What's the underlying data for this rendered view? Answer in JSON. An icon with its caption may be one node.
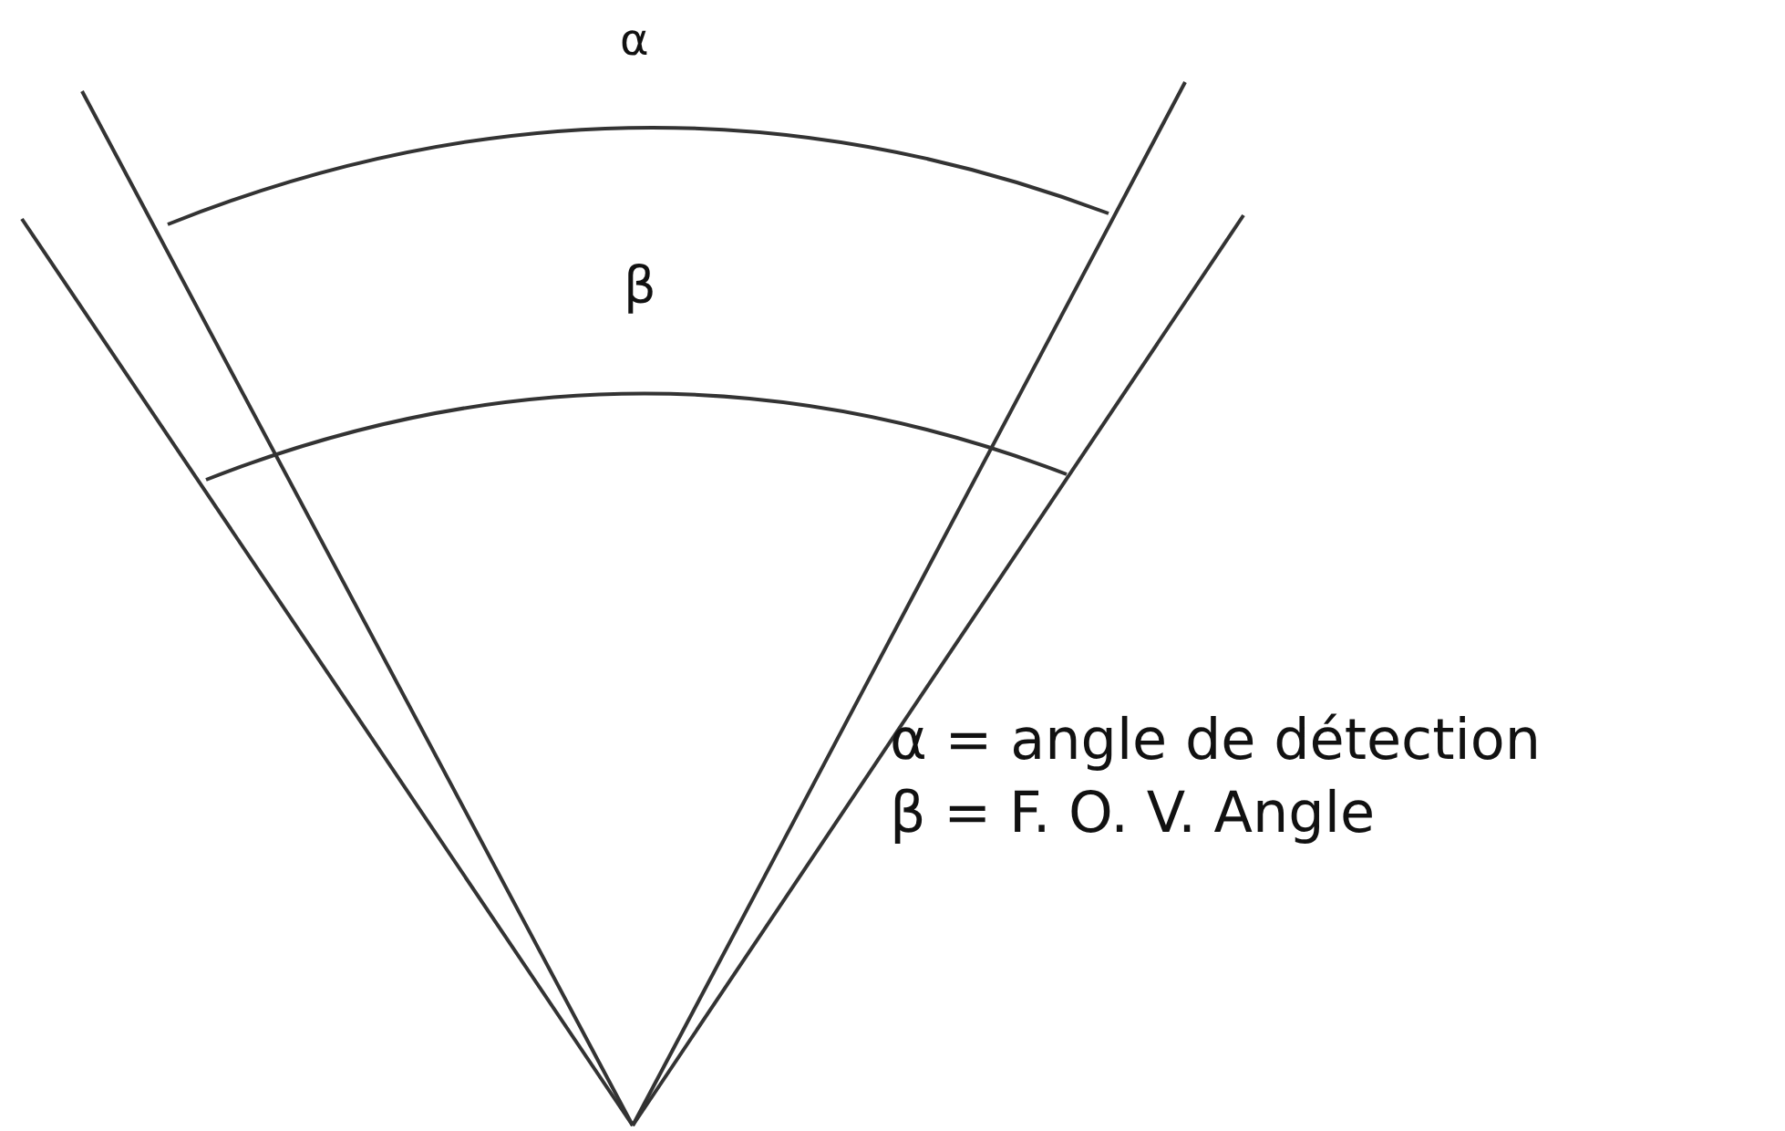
{
  "diagram": {
    "labels": [
      "α",
      "β",
      "α = angle de détection",
      "β = F. O. V. Angle"
    ]
  }
}
